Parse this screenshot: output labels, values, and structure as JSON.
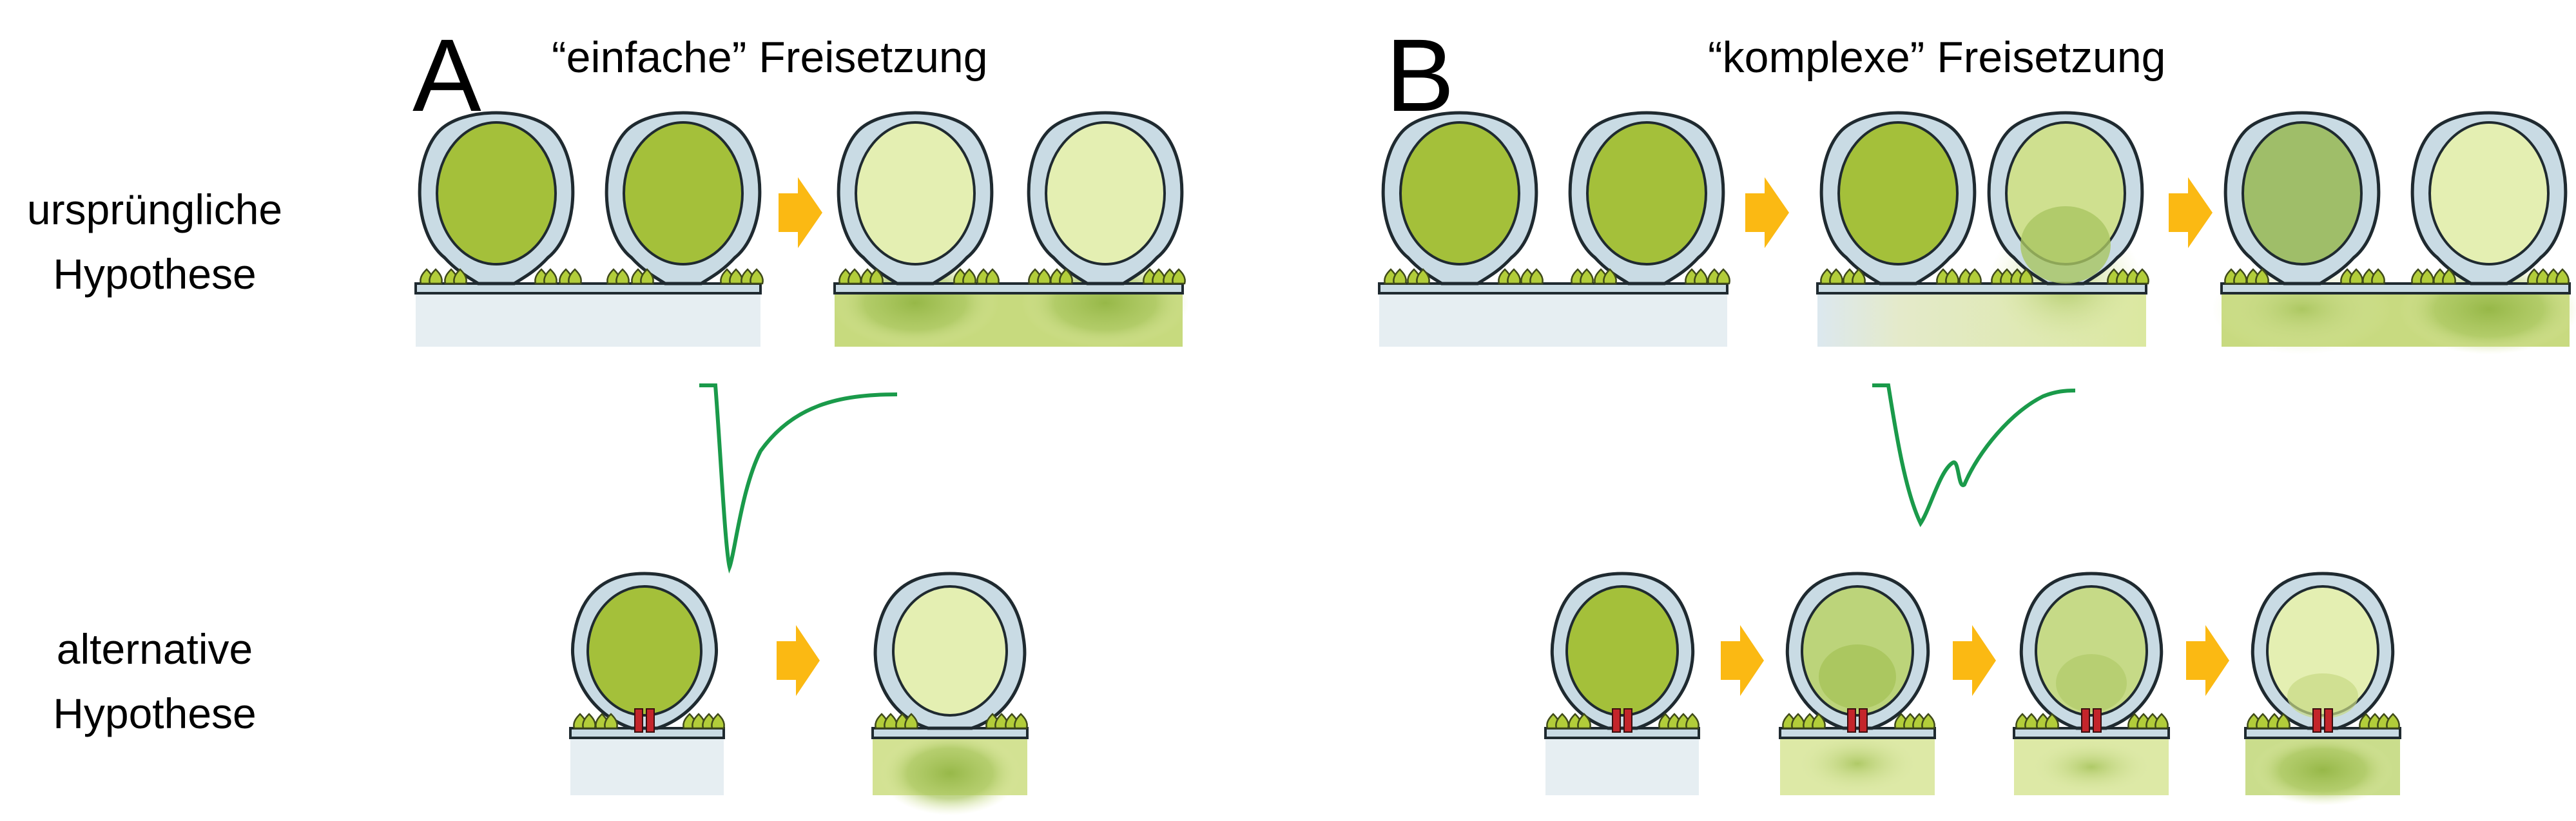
{
  "panels": {
    "a": {
      "letter": "A",
      "title": "“einfache” Freisetzung"
    },
    "b": {
      "letter": "B",
      "title": "“komplexe” Freisetzung"
    }
  },
  "rows": {
    "original": {
      "line1": "ursprüngliche",
      "line2": "Hypothese"
    },
    "alternative": {
      "line1": "alternative",
      "line2": "Hypothese"
    }
  },
  "colors": {
    "vesicle_full": "#a4c03a",
    "vesicle_partial": "#9fbe69",
    "vesicle_empty": "#e4efb2",
    "membrane": "#c9dbe4",
    "outline": "#1f2a30",
    "cell_interior": "#e6eef2",
    "released_green": "#9fc04e",
    "released_light": "#dfe9a6",
    "arrow": "#fbb913",
    "trace": "#1a9a4a",
    "pore": "#c4252b",
    "snare": "#b2cd3a"
  }
}
